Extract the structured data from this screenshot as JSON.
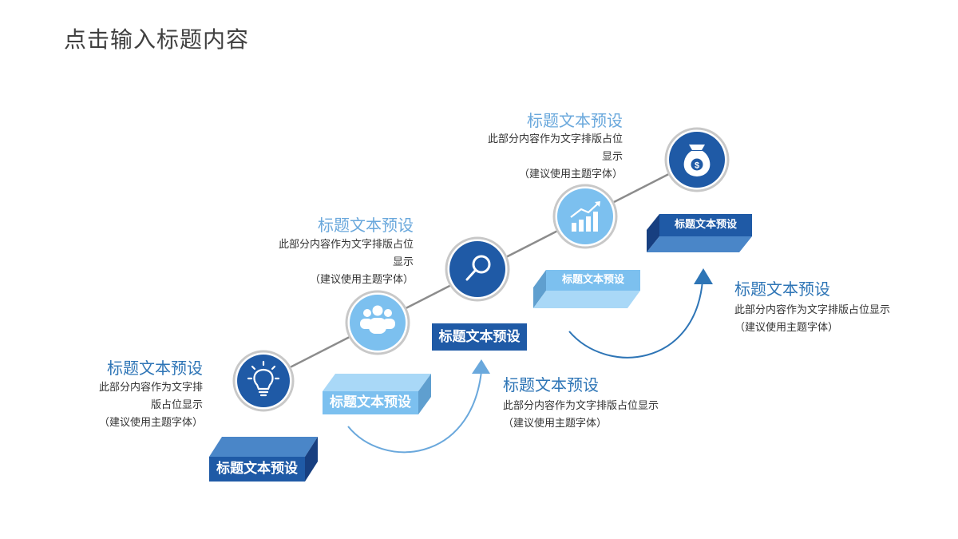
{
  "title": "点击输入标题内容",
  "steps": [
    {
      "heading": "标题文本预设",
      "desc_lines": [
        "此部分内容作为文字排",
        "版占位显示",
        "（建议使用主题字体）"
      ],
      "box_label": "标题文本预设",
      "icon": "lightbulb-icon"
    },
    {
      "heading": "标题文本预设",
      "desc_lines": [
        "此部分内容作为文字排版占位",
        "显示",
        "（建议使用主题字体）"
      ],
      "box_label": "标题文本预设",
      "icon": "people-icon"
    },
    {
      "heading": "标题文本预设",
      "desc_lines": [
        "此部分内容作为文字排版占位显示",
        "（建议使用主题字体）"
      ],
      "box_label": "标题文本预设",
      "icon": "magnifier-icon"
    },
    {
      "heading": "标题文本预设",
      "desc_lines": [
        "此部分内容作为文字排版占位",
        "显示",
        "（建议使用主题字体）"
      ],
      "box_label": "标题文本预设",
      "icon": "bar-chart-icon"
    },
    {
      "heading": "标题文本预设",
      "desc_lines": [
        "此部分内容作为文字排版占位显示",
        "（建议使用主题字体）"
      ],
      "box_label": "标题文本预设",
      "icon": "money-bag-icon"
    }
  ],
  "colors": {
    "dark_blue": "#1f5aa6",
    "mid_blue": "#2e75b6",
    "light_blue": "#7cc0ef",
    "ring_gray": "#c8c8c8"
  }
}
